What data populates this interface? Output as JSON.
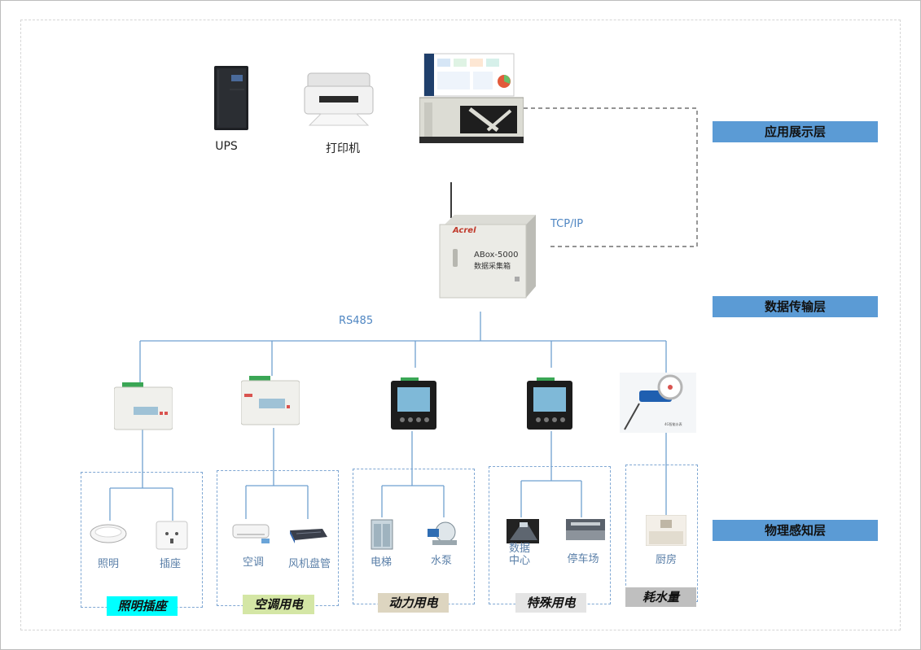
{
  "layers": {
    "application": "应用展示层",
    "transport": "数据传输层",
    "physical": "物理感知层"
  },
  "devices": {
    "ups": "UPS",
    "printer": "打印机",
    "gateway_brand": "Acrel",
    "gateway_model": "ABox-5000",
    "gateway_name": "数据采集箱",
    "water_meter_caption": "4G智能水表"
  },
  "protocols": {
    "tcpip": "TCP/IP",
    "rs485": "RS485"
  },
  "groups": [
    {
      "label": "照明插座",
      "label_bg": "#00ffff",
      "items": [
        "照明",
        "插座"
      ]
    },
    {
      "label": "空调用电",
      "label_bg": "#d4e6a5",
      "items": [
        "空调",
        "风机盘管"
      ]
    },
    {
      "label": "动力用电",
      "label_bg": "#ddd5c0",
      "items": [
        "电梯",
        "水泵"
      ]
    },
    {
      "label": "特殊用电",
      "label_bg": "#e4e4e4",
      "items": [
        "数据\n中心",
        "停车场"
      ]
    },
    {
      "label": "耗水量",
      "label_bg": "#bfbfbf",
      "items": [
        "厨房"
      ]
    }
  ],
  "colors": {
    "layer_bar": "#5b9bd5",
    "wire": "#6fa0d0",
    "dashed_link": "#555555"
  }
}
